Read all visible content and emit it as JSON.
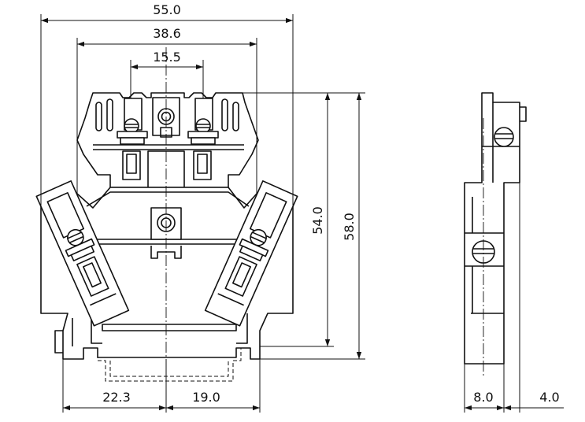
{
  "dimensions": {
    "overall_width": "55.0",
    "inner_width": "38.6",
    "screw_spacing": "15.5",
    "height_inner": "54.0",
    "height_overall": "58.0",
    "left_offset": "22.3",
    "right_offset": "19.0",
    "side_depth": "8.0",
    "side_offset": "4.0"
  }
}
